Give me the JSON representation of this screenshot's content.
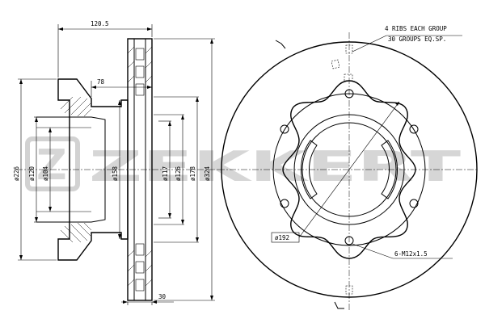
{
  "brand": {
    "watermark": "ZEKKERT",
    "logo_letter": "Z"
  },
  "side_view": {
    "dims": {
      "width_120_5": "120.5",
      "depth_78": "78",
      "thickness_30": "30",
      "dia_226": "ø226",
      "dia_120": "ø120",
      "dia_104": "ø104",
      "dia_158": "ø158",
      "dia_117": "ø117",
      "dia_126": "ø126",
      "dia_178": "ø178",
      "dia_324": "ø324"
    }
  },
  "front_view": {
    "note_line1": "4 RIBS EACH GROUP",
    "note_line2": "30 GROUPS EQ.SP.",
    "dia_192": "ø192",
    "holes": "6-M12x1.5"
  }
}
